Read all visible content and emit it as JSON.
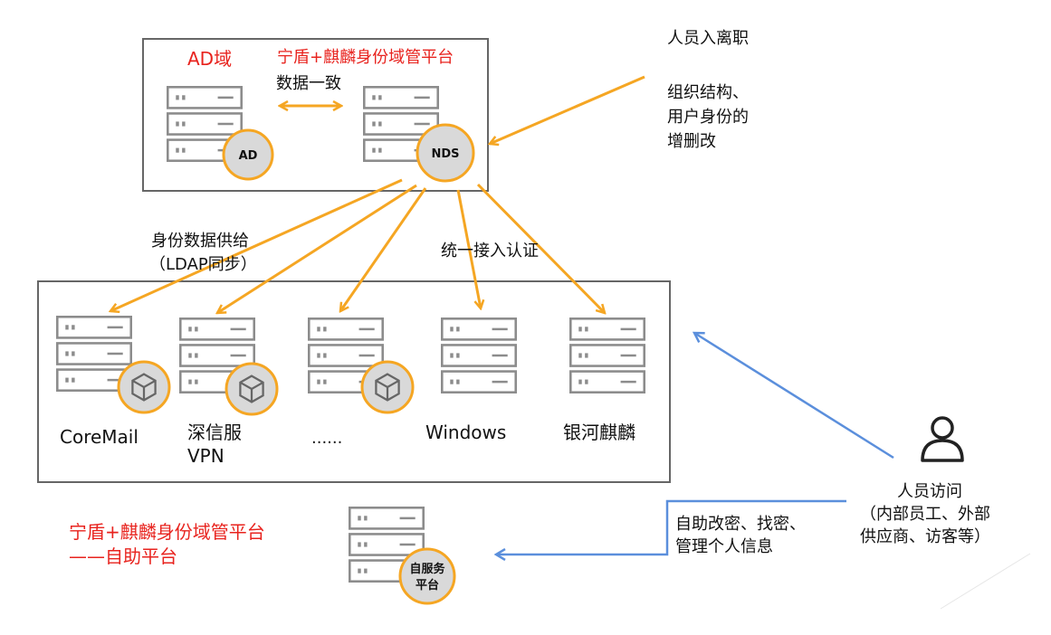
{
  "top_box": {
    "ad_domain_label": "AD域",
    "platform_label": "宁盾+麒麟身份域管平台",
    "sync_label": "数据一致",
    "ad_badge": "AD",
    "nds_badge": "NDS"
  },
  "hr_event": {
    "title": "人员入离职",
    "desc_line1": "组织结构、",
    "desc_line2": "用户身份的",
    "desc_line3": "增删改"
  },
  "supply_label": {
    "line1": "身份数据供给",
    "line2": "（LDAP同步）"
  },
  "auth_label": "统一接入认证",
  "apps": [
    {
      "label": "CoreMail"
    },
    {
      "label": "深信服",
      "label2": "VPN"
    },
    {
      "label": "......"
    },
    {
      "label": "Windows"
    },
    {
      "label": "银河麒麟"
    }
  ],
  "self_service": {
    "title_line1": "宁盾+麒麟身份域管平台",
    "title_line2": "——自助平台",
    "badge_line1": "自服务",
    "badge_line2": "平台"
  },
  "user_access": {
    "line1": "人员访问",
    "line2": "（内部员工、外部",
    "line3": "供应商、访客等）"
  },
  "self_actions": {
    "line1": "自助改密、找密、",
    "line2": "管理个人信息"
  },
  "icons": {
    "server": "server-rack-icon",
    "cube": "cube-icon",
    "user": "user-icon"
  },
  "colors": {
    "title_red": "#e8231e",
    "arrow_orange": "#f5a623",
    "arrow_blue": "#5b8fdc",
    "server_gray": "#8c8c8c"
  }
}
